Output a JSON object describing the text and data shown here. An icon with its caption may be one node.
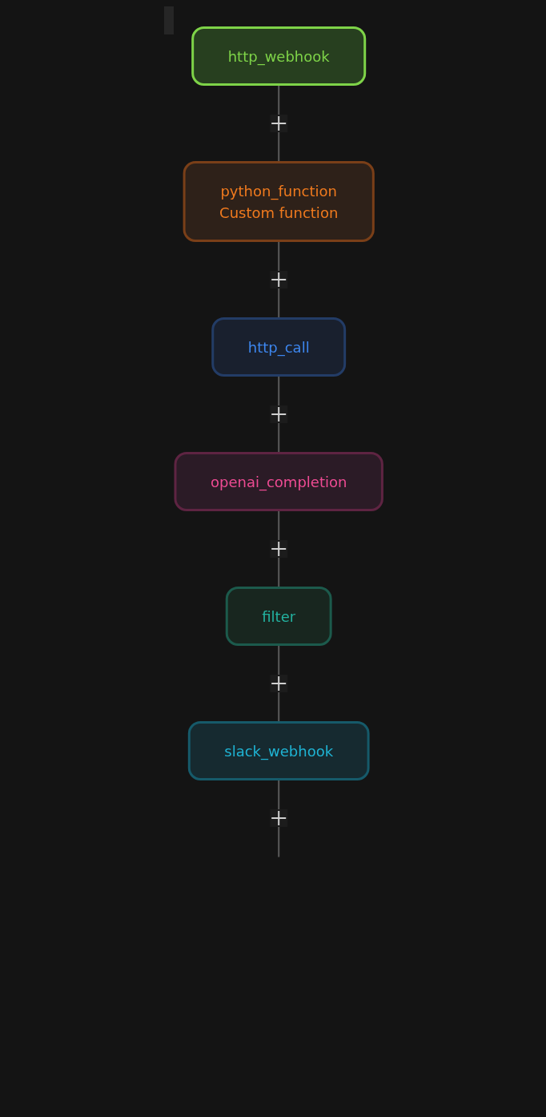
{
  "diagram": {
    "nodes": [
      {
        "text": [
          "http_webhook"
        ]
      },
      {
        "text": [
          "python_function",
          "Custom function"
        ]
      },
      {
        "text": [
          "http_call"
        ]
      },
      {
        "text": [
          "openai_completion"
        ]
      },
      {
        "text": [
          "filter"
        ]
      },
      {
        "text": [
          "slack_webhook"
        ]
      }
    ],
    "edges": [
      {
        "from": 0,
        "to": 1,
        "arrow": "none"
      },
      {
        "from": 1,
        "to": 2,
        "arrow": "none"
      },
      {
        "from": 2,
        "to": 3,
        "arrow": "none"
      },
      {
        "from": 3,
        "to": 4,
        "arrow": "none"
      },
      {
        "from": 4,
        "to": 5,
        "arrow": "none"
      },
      {
        "from": 5,
        "to": null,
        "arrow": "none"
      }
    ]
  }
}
